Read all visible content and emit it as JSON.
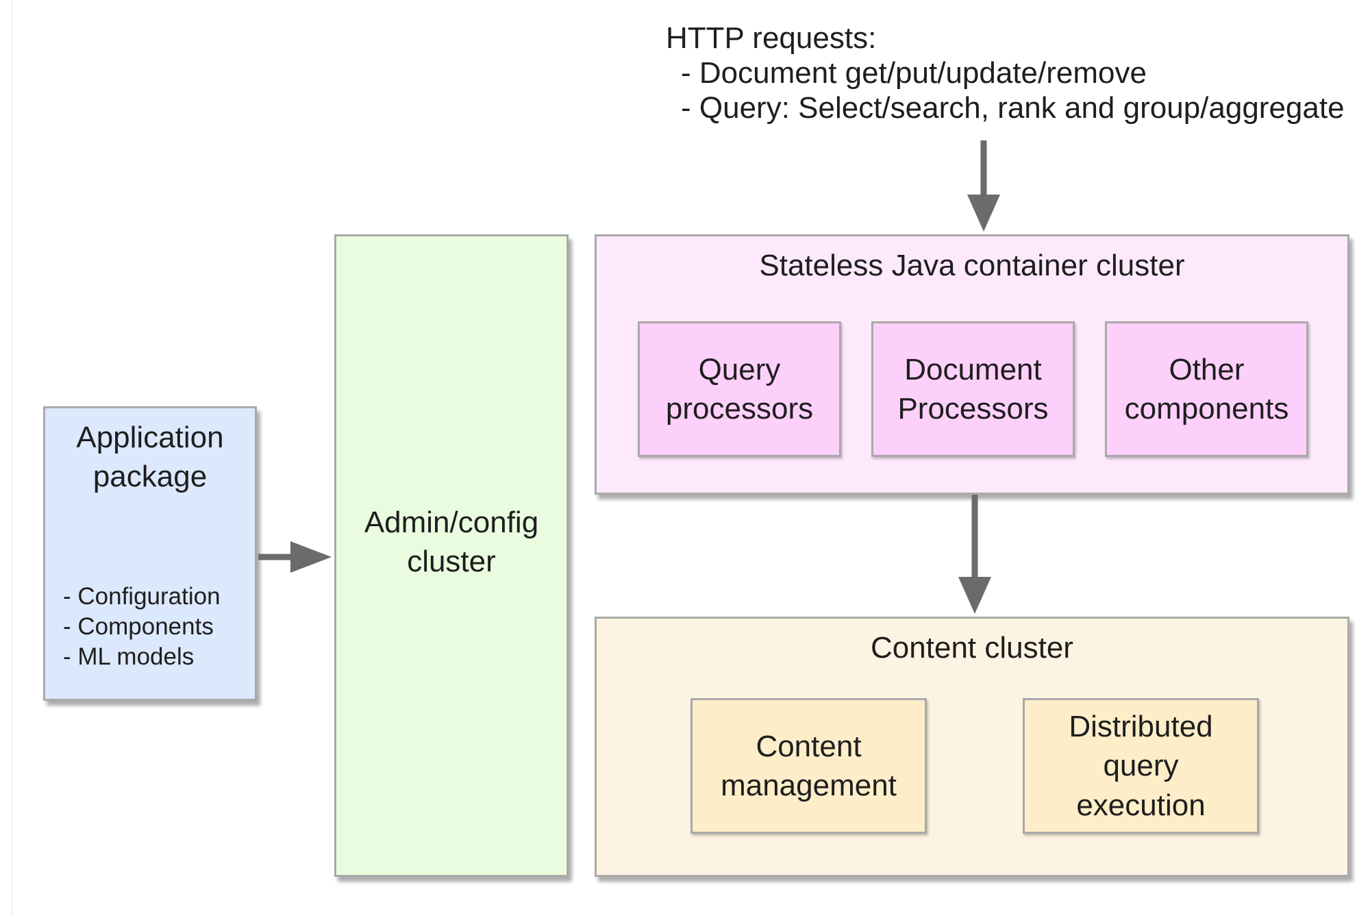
{
  "http_requests": {
    "heading": "HTTP requests:",
    "items": [
      "- Document get/put/update/remove",
      "- Query: Select/search, rank and group/aggregate"
    ]
  },
  "application_package": {
    "title": "Application\npackage",
    "items": [
      "- Configuration",
      "- Components",
      "- ML models"
    ]
  },
  "admin_config_cluster": {
    "title": "Admin/config\ncluster"
  },
  "container_cluster": {
    "title": "Stateless Java container cluster",
    "components": {
      "query_processors": "Query\nprocessors",
      "document_processors": "Document\nProcessors",
      "other_components": "Other\ncomponents"
    }
  },
  "content_cluster": {
    "title": "Content cluster",
    "components": {
      "content_management": "Content\nmanagement",
      "distributed_query": "Distributed\nquery\nexecution"
    }
  },
  "colors": {
    "application_package_fill": "#dce8fc",
    "admin_fill": "#e9fcdf",
    "container_fill": "#fde9fb",
    "container_component_fill": "#fdd0fb",
    "content_fill": "#fdf3e2",
    "content_component_fill": "#fdedc9",
    "border": "#a9a9a9",
    "arrow": "#6b6b6b"
  }
}
